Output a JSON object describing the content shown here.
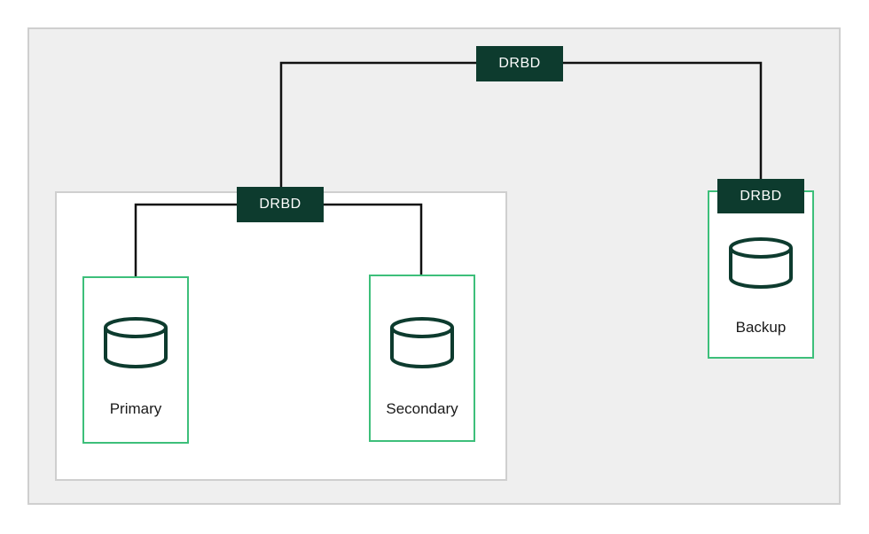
{
  "diagram": {
    "links": {
      "top": {
        "label": "DRBD"
      },
      "inner": {
        "label": "DRBD"
      },
      "backup": {
        "label": "DRBD"
      }
    },
    "nodes": {
      "primary": {
        "label": "Primary",
        "icon": "database-icon"
      },
      "secondary": {
        "label": "Secondary",
        "icon": "database-icon"
      },
      "backup": {
        "label": "Backup",
        "icon": "database-icon"
      }
    },
    "colors": {
      "tag_bg": "#0d3b2e",
      "node_border": "#3dbf7a",
      "wire": "#111111",
      "outer_bg": "#efefef"
    }
  }
}
